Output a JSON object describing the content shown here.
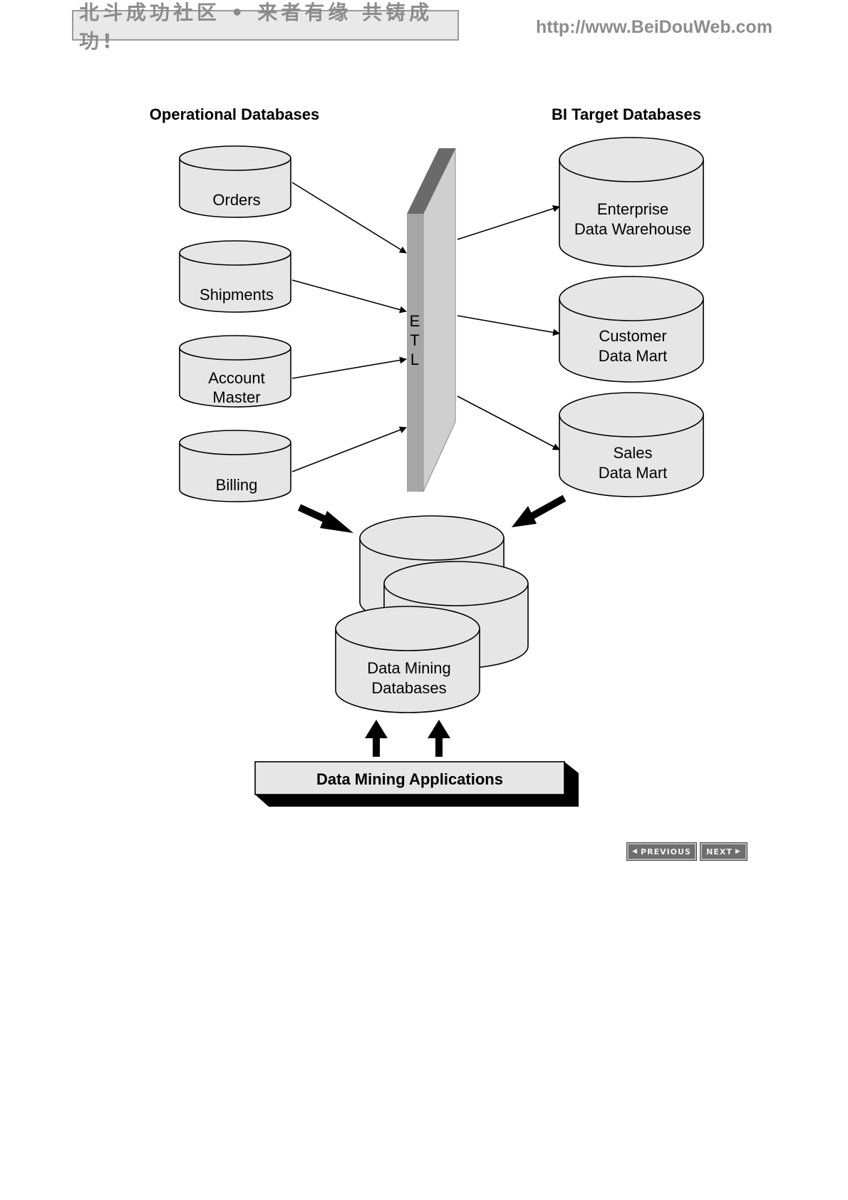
{
  "banner": {
    "left_text": "北斗成功社区 • 来者有缘 共铸成功!",
    "url_text": "http://www.BeiDouWeb.com"
  },
  "diagram": {
    "left_heading": "Operational Databases",
    "right_heading": "BI Target Databases",
    "sources": [
      {
        "lines": [
          "Orders"
        ]
      },
      {
        "lines": [
          "Shipments"
        ]
      },
      {
        "lines": [
          "Account",
          "Master"
        ]
      },
      {
        "lines": [
          "Billing"
        ]
      }
    ],
    "etl_letters": [
      "E",
      "T",
      "L"
    ],
    "targets": [
      {
        "lines": [
          "Enterprise",
          "Data Warehouse"
        ]
      },
      {
        "lines": [
          "Customer",
          "Data Mart"
        ]
      },
      {
        "lines": [
          "Sales",
          "Data Mart"
        ]
      }
    ],
    "mining_db": {
      "lines": [
        "Data Mining",
        "Databases"
      ]
    },
    "applications_label": "Data Mining Applications"
  },
  "nav": {
    "previous_label": "PREVIOUS",
    "next_label": "NEXT",
    "previous_icon": "triangle-left-icon",
    "next_icon": "triangle-right-icon"
  }
}
